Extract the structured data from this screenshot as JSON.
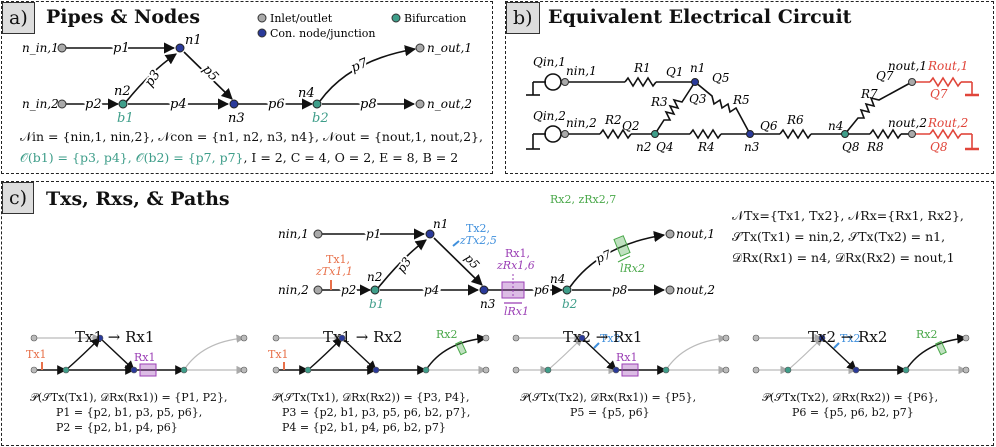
{
  "panel_a": {
    "tag": "a)",
    "title": "Pipes & Nodes",
    "legend": {
      "inlet": "Inlet/outlet",
      "con": "Con. node/junction",
      "bif": "Bifurcation"
    },
    "nodes": {
      "nin1": "n_in,1",
      "nin2": "n_in,2",
      "n1": "n1",
      "n2": "n2",
      "n3": "n3",
      "n4": "n4",
      "nout1": "n_out,1",
      "nout2": "n_out,2",
      "b1": "b1",
      "b2": "b2"
    },
    "pipes": {
      "p1": "p1",
      "p2": "p2",
      "p3": "p3",
      "p4": "p4",
      "p5": "p5",
      "p6": "p6",
      "p7": "p7",
      "p8": "p8"
    },
    "eq1": "𝒩in = {nin,1, nin,2}, 𝒩con = {n1, n2, n3, n4}, 𝒩out = {nout,1, nout,2},",
    "eq2_bif": "𝒪(b1) = {p3, p4}, 𝒪(b2) = {p7, p7}",
    "eq2_rest": ", I = 2, C = 4, O = 2, E = 8, B = 2"
  },
  "panel_b": {
    "tag": "b)",
    "title": "Equivalent Electrical Circuit",
    "labels": {
      "Qin1": "Qin,1",
      "Qin2": "Qin,2",
      "nin1": "nin,1",
      "nin2": "nin,2",
      "R1": "R1",
      "R2": "R2",
      "R3": "R3",
      "R4": "R4",
      "R5": "R5",
      "R6": "R6",
      "R7": "R7",
      "R8": "R8",
      "Q1": "Q1",
      "Q2": "Q2",
      "Q3": "Q3",
      "Q4": "Q4",
      "Q5": "Q5",
      "Q6": "Q6",
      "Q7": "Q7",
      "Q8": "Q8",
      "n1": "n1",
      "n2": "n2",
      "n3": "n3",
      "n4": "n4",
      "nout1": "nout,1",
      "nout2": "nout,2",
      "Rout1": "Rout,1",
      "Rout2": "Rout,2",
      "Q7r": "Q7",
      "Q8r": "Q8"
    }
  },
  "panel_c": {
    "tag": "c)",
    "title": "Txs, Rxs, & Paths",
    "main": {
      "nin1": "nin,1",
      "nin2": "nin,2",
      "n1": "n1",
      "n2": "n2",
      "n3": "n3",
      "n4": "n4",
      "nout1": "nout,1",
      "nout2": "nout,2",
      "b1": "b1",
      "b2": "b2",
      "p1": "p1",
      "p2": "p2",
      "p3": "p3",
      "p4": "p4",
      "p5": "p5",
      "p6": "p6",
      "p7": "p7",
      "p8": "p8",
      "tx1": "Tx1,",
      "ztx1": "zTx1,1",
      "tx2": "Tx2,",
      "ztx2": "zTx2,5",
      "rx1": "Rx1,",
      "zrx1": "zRx1,6",
      "lrx1": "lRx1",
      "rx2": "Rx2, zRx2,7",
      "lrx2": "lRx2"
    },
    "sets": [
      "𝒩Tx={Tx1, Tx2}, 𝒩Rx={Rx1, Rx2},",
      "𝒮Tx(Tx1) = nin,2, 𝒮Tx(Tx2) = n1,",
      "𝒟Rx(Rx1) = n4, 𝒟Rx(Rx2) = nout,1"
    ],
    "subs": [
      {
        "title": "Tx1 → Rx1",
        "tx": "Tx1",
        "rx": "Rx1",
        "line1": "𝒫(𝒮Tx(Tx1), 𝒟Rx(Rx1)) = {P1, P2},",
        "line2": "P1 = {p2, b1, p3, p5, p6},",
        "line3": "P2 = {p2, b1, p4, p6}"
      },
      {
        "title": "Tx1 → Rx2",
        "tx": "Tx1",
        "rx": "Rx2",
        "line1": "𝒫(𝒮Tx(Tx1), 𝒟Rx(Rx2)) = {P3, P4},",
        "line2": "P3 = {p2, b1, p3, p5, p6, b2, p7},",
        "line3": "P4 = {p2, b1, p4, p6, b2, p7}"
      },
      {
        "title": "Tx2 → Rx1",
        "tx": "Tx2",
        "rx": "Rx1",
        "line1": "𝒫(𝒮Tx(Tx2), 𝒟Rx(Rx1)) = {P5},",
        "line2": "P5 = {p5, p6}",
        "line3": ""
      },
      {
        "title": "Tx2 → Rx2",
        "tx": "Tx2",
        "rx": "Rx2",
        "line1": "𝒫(𝒮Tx(Tx2), 𝒟Rx(Rx2)) = {P6},",
        "line2": "P6 = {p5, p6, b2, p7}",
        "line3": ""
      }
    ]
  },
  "colors": {
    "tx1": "#e8704a",
    "tx2": "#3f8fdc",
    "rx1": "#9b3fb5",
    "rx2": "#4aa84a",
    "bif": "#3f9e8a",
    "con": "#2a3a9a",
    "out_red": "#e0453a",
    "gray": "#aaaaaa"
  }
}
